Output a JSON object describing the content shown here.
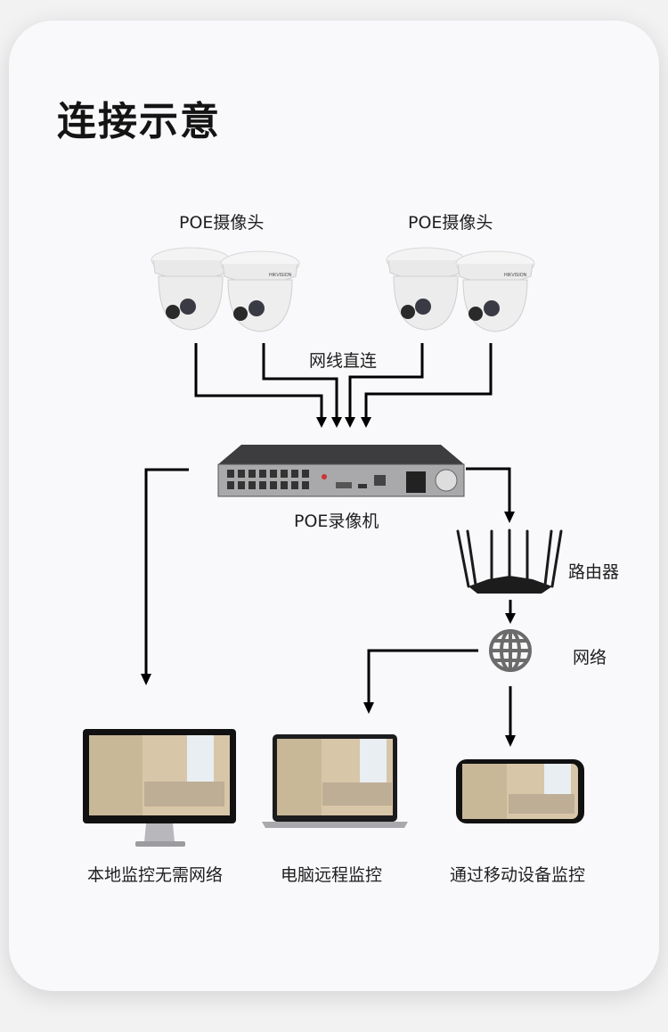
{
  "title": "连接示意",
  "labels": {
    "camera_group_left": "POE摄像头",
    "camera_group_right": "POE摄像头",
    "cable": "网线直连",
    "nvr": "POE录像机",
    "router": "路由器",
    "network": "网络",
    "local_monitor": "本地监控无需网络",
    "pc_remote": "电脑远程监控",
    "mobile_monitor": "通过移动设备监控"
  },
  "nodes": [
    {
      "id": "cam1",
      "type": "dome-camera"
    },
    {
      "id": "cam2",
      "type": "dome-camera"
    },
    {
      "id": "cam3",
      "type": "dome-camera"
    },
    {
      "id": "cam4",
      "type": "dome-camera"
    },
    {
      "id": "nvr",
      "type": "network-video-recorder"
    },
    {
      "id": "router",
      "type": "wifi-router"
    },
    {
      "id": "network",
      "type": "globe"
    },
    {
      "id": "monitor",
      "type": "desktop-monitor"
    },
    {
      "id": "laptop",
      "type": "laptop"
    },
    {
      "id": "phone",
      "type": "smartphone"
    }
  ],
  "edges": [
    {
      "from": "cam1",
      "to": "nvr"
    },
    {
      "from": "cam2",
      "to": "nvr"
    },
    {
      "from": "cam3",
      "to": "nvr"
    },
    {
      "from": "cam4",
      "to": "nvr"
    },
    {
      "from": "nvr",
      "to": "monitor"
    },
    {
      "from": "nvr",
      "to": "router"
    },
    {
      "from": "router",
      "to": "network"
    },
    {
      "from": "network",
      "to": "laptop"
    },
    {
      "from": "network",
      "to": "phone"
    }
  ]
}
